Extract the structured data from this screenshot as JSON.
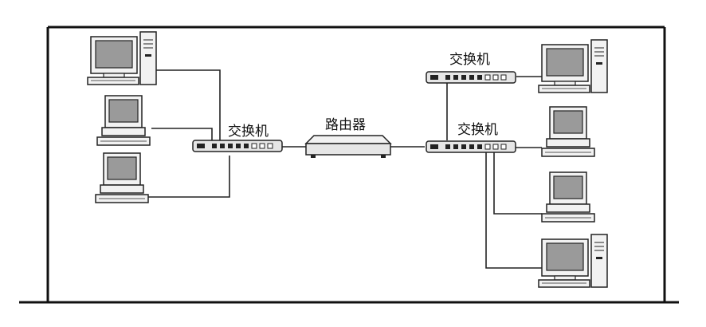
{
  "labels": {
    "switch_left": "交换机",
    "router": "路由器",
    "switch_right_top": "交换机",
    "switch_right_bottom": "交换机"
  },
  "icons": {
    "tower_pc": "tower-computer-icon",
    "desktop_pc": "desktop-computer-icon",
    "switch": "switch-icon",
    "router": "router-icon"
  },
  "colors": {
    "line": "#222222",
    "screen": "#9a9a9a",
    "body": "#f2f2f2"
  }
}
